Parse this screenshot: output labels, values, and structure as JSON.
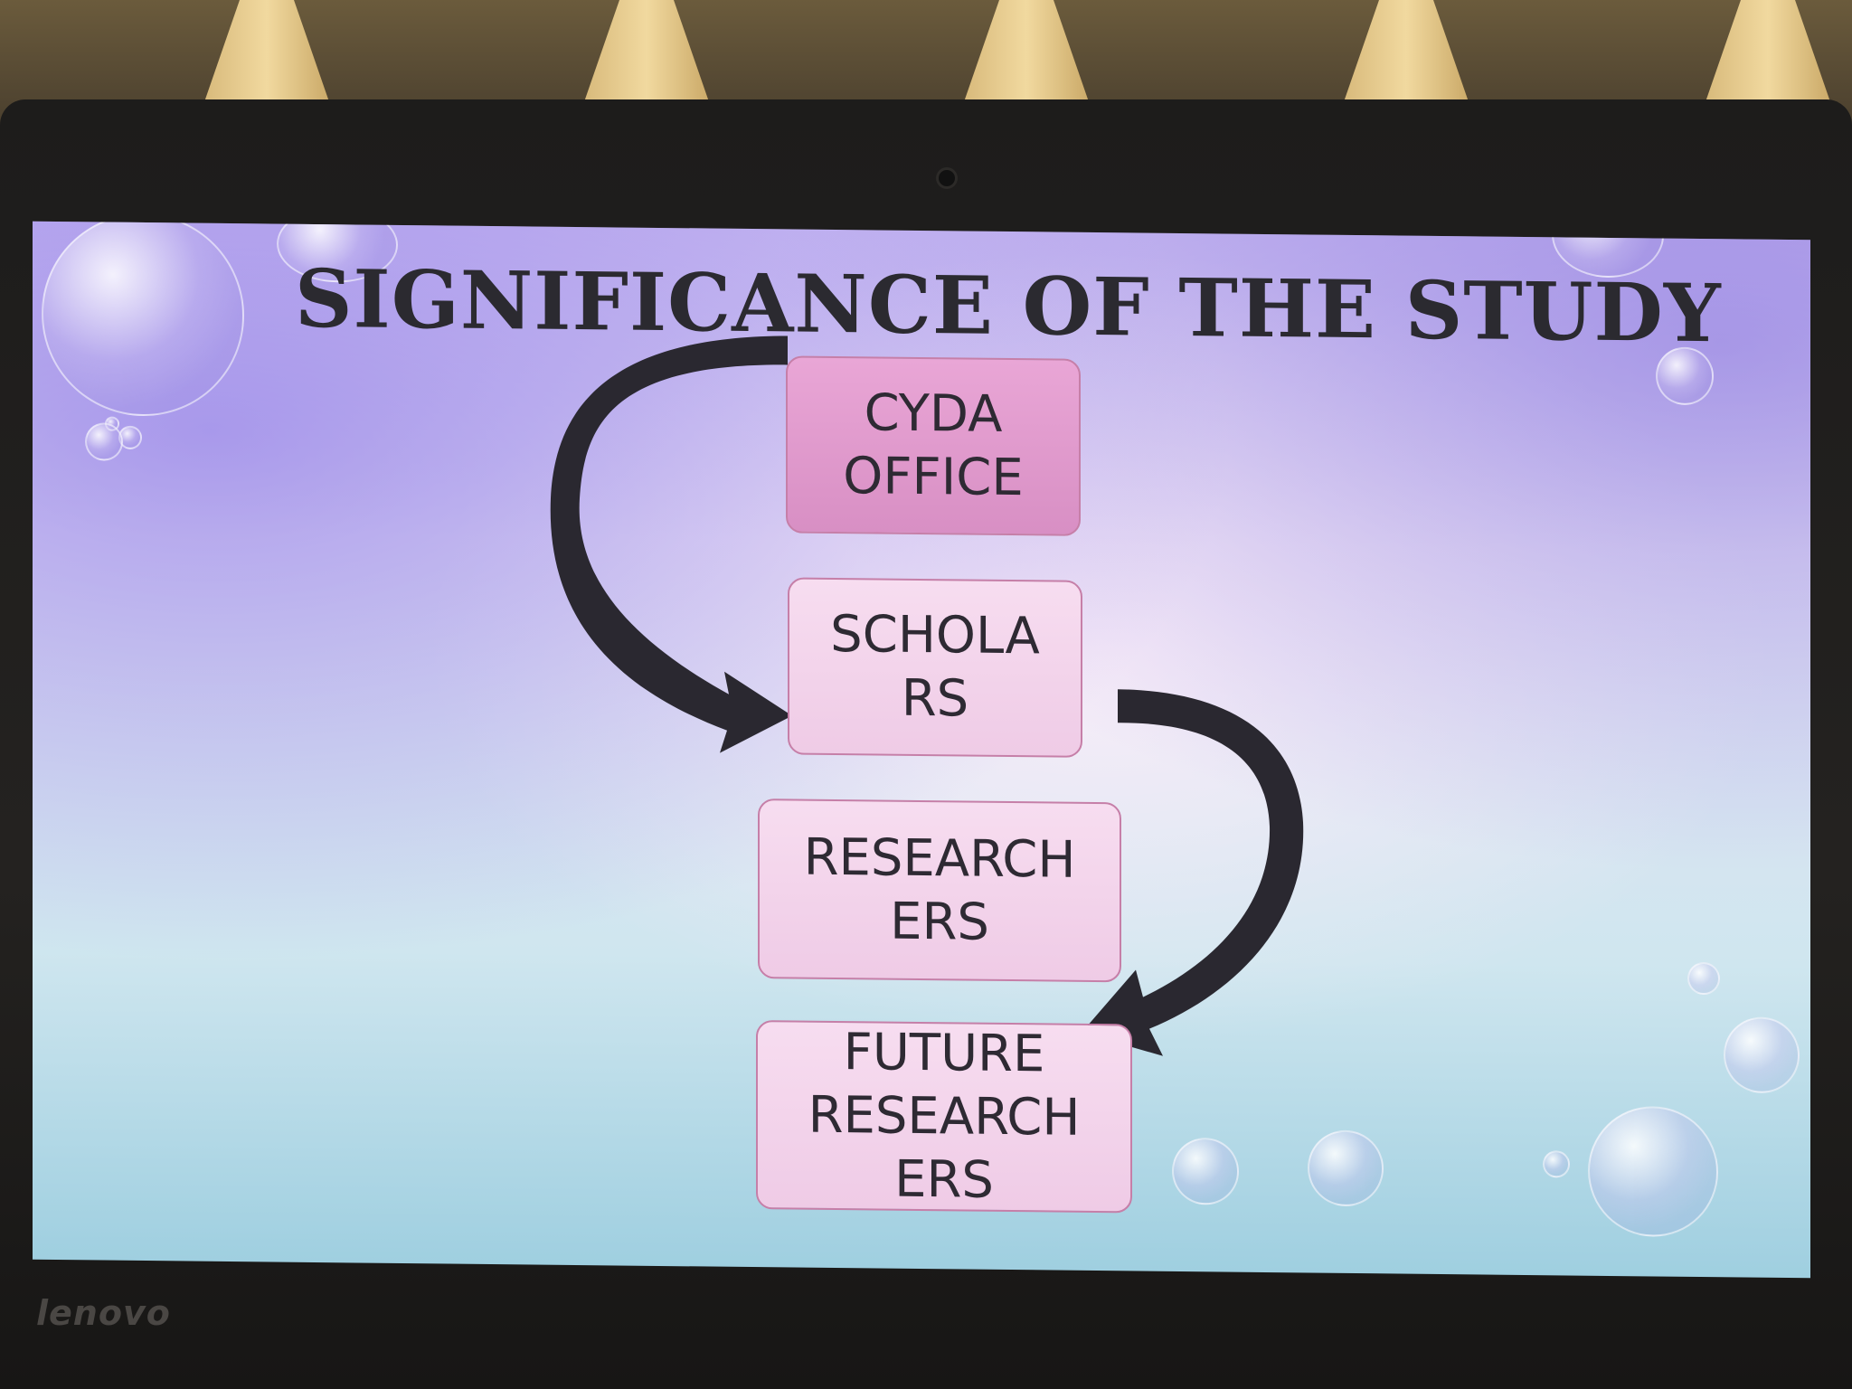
{
  "slide": {
    "title": "SIGNIFICANCE OF THE STUDY",
    "nodes": [
      {
        "label": "CYDA\nOFFICE"
      },
      {
        "label": "SCHOLA\nRS"
      },
      {
        "label": "RESEARCH\nERS"
      },
      {
        "label": "FUTURE\nRESEARCH\nERS"
      }
    ]
  },
  "device": {
    "brand": "lenovo"
  },
  "colors": {
    "node_dark": "#d88fc4",
    "node_light": "#f3d4eb",
    "arrow": "#2a2830",
    "title": "#2b2a30"
  },
  "icons": [
    "curved-arrow-icon",
    "curved-arrow-icon",
    "webcam-icon"
  ]
}
